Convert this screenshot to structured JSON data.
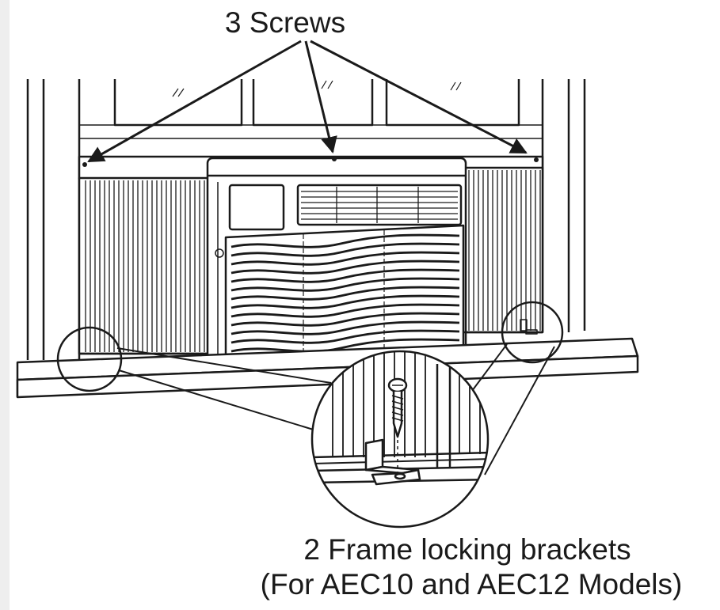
{
  "callouts": {
    "screws": "3 Screws",
    "brackets_line1": "2 Frame locking brackets",
    "brackets_line2": "(For AEC10 and AEC12 Models)"
  },
  "colors": {
    "stroke": "#1a1a1a",
    "fill": "#ffffff",
    "margin_strip": "#eeeeee"
  },
  "icons": [
    "window-frame",
    "air-conditioner-unit",
    "side-curtain-panel",
    "screw",
    "locking-bracket",
    "magnifier-circle"
  ]
}
